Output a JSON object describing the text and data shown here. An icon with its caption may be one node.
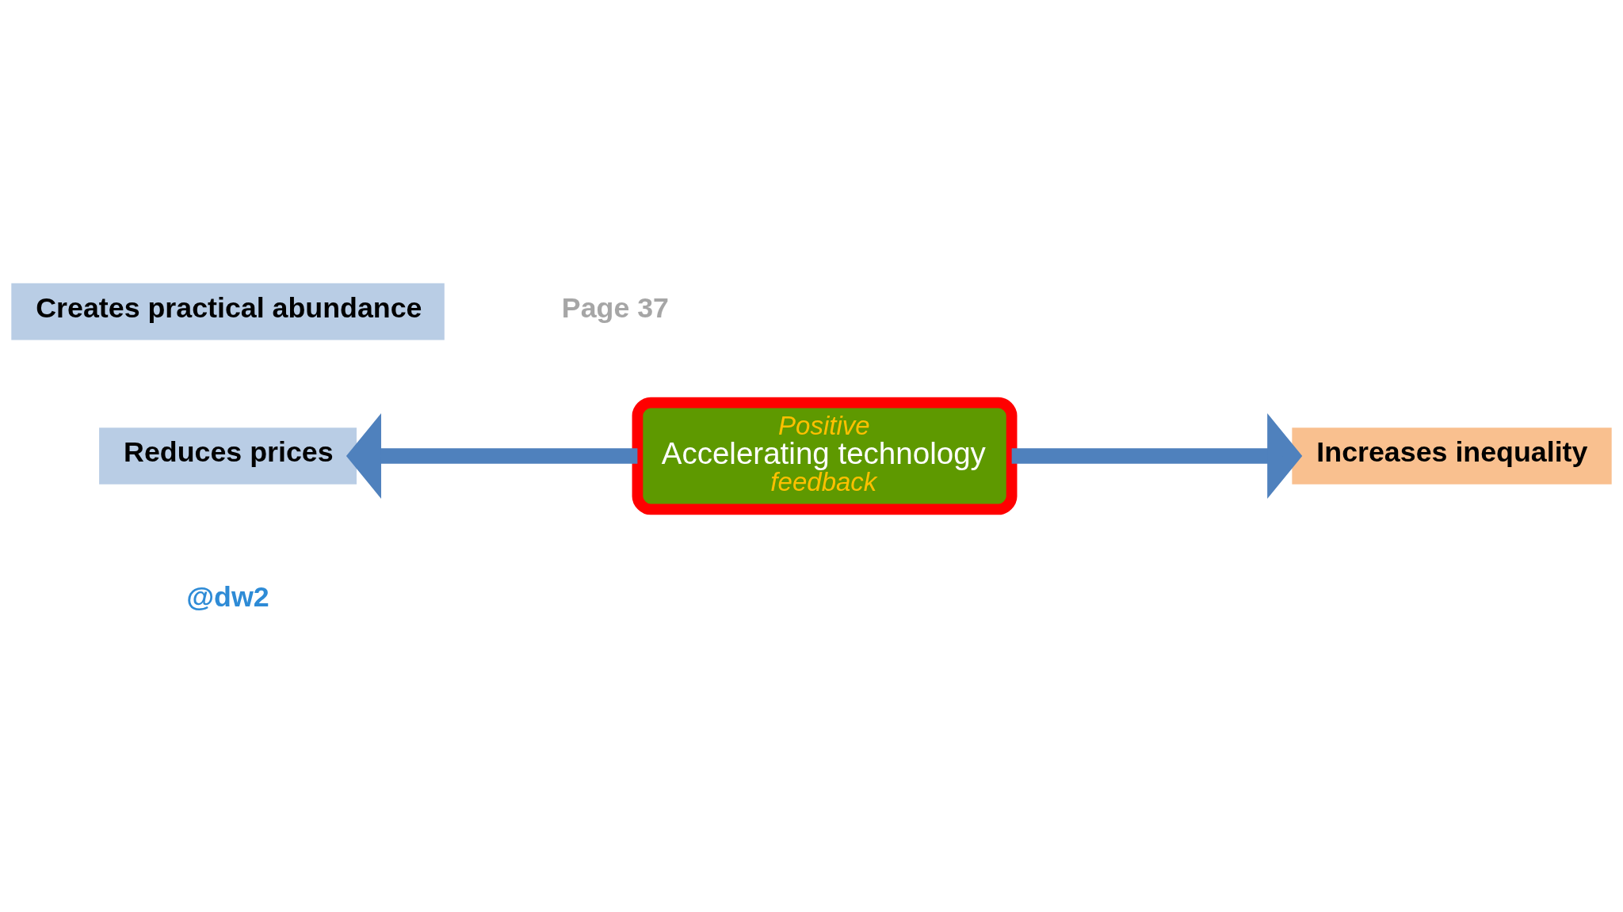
{
  "diagram": {
    "nodes": [
      {
        "text": [
          "Creates practical abundance"
        ]
      },
      {
        "text": [
          "Reduces prices"
        ]
      },
      {
        "text": [
          "Positive",
          "Accelerating technology",
          "feedback"
        ]
      },
      {
        "text": [
          "Increases inequality"
        ]
      }
    ],
    "edges": [
      {
        "from": 2,
        "to": 1,
        "arrow": "to"
      },
      {
        "from": 2,
        "to": 3,
        "arrow": "to"
      }
    ],
    "labels": [
      "Page 37",
      "@dw2"
    ]
  }
}
